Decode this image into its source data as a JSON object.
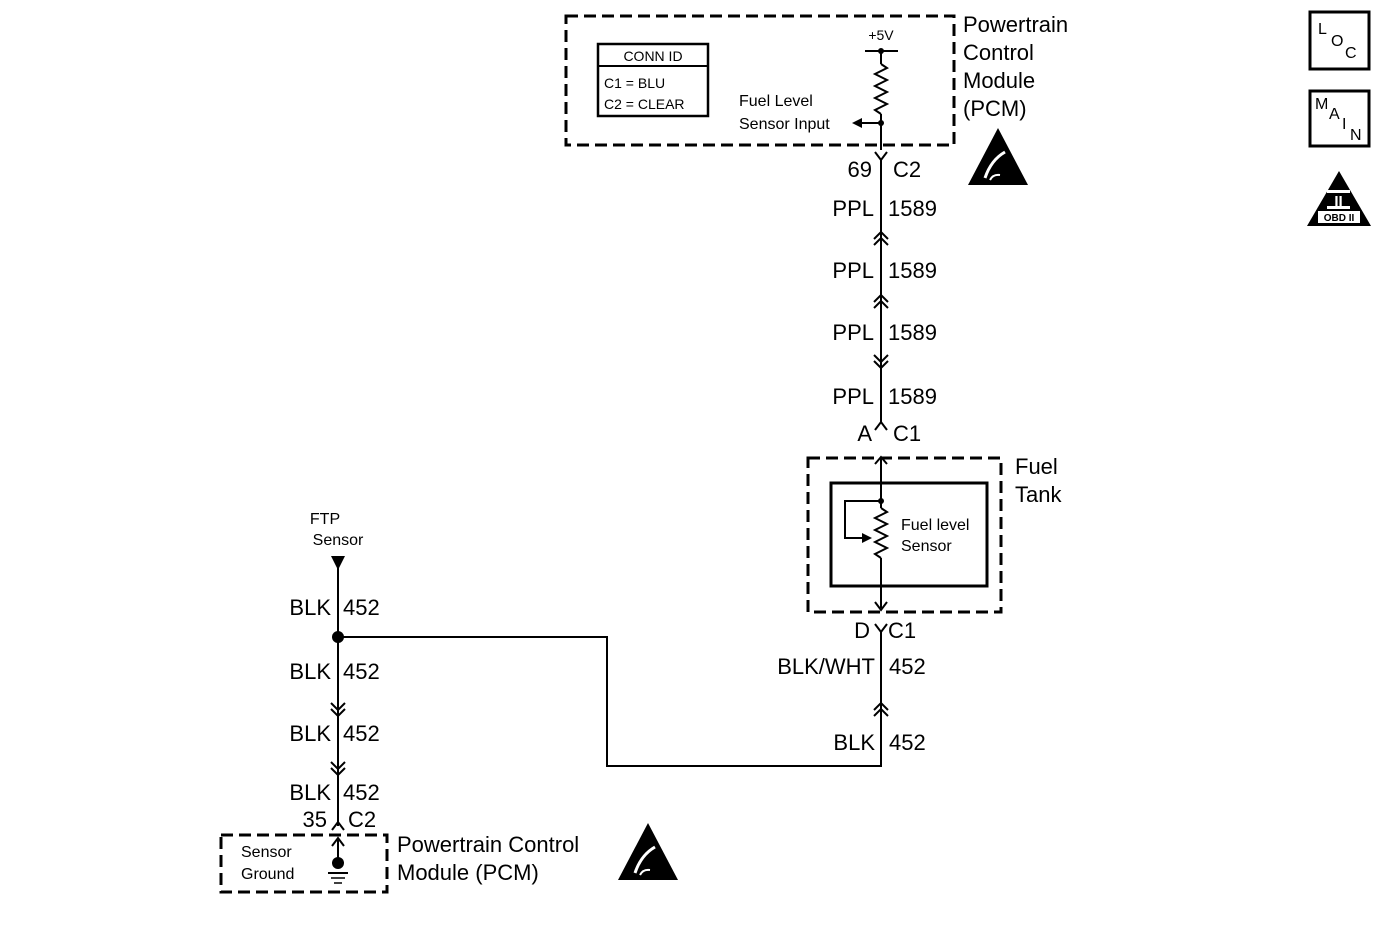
{
  "pcm_top": {
    "title_lines": [
      "Powertrain",
      "Control",
      "Module",
      "(PCM)"
    ],
    "conn_id_header": "CONN ID",
    "conn_id_lines": [
      "C1 = BLU",
      "C2 = CLEAR"
    ],
    "supply": "+5V",
    "input_label_lines": [
      "Fuel Level",
      "Sensor Input"
    ],
    "pin": "69",
    "connector": "C2"
  },
  "upper_circuit": {
    "segments": [
      {
        "color": "PPL",
        "circuit": "1589"
      },
      {
        "color": "PPL",
        "circuit": "1589"
      },
      {
        "color": "PPL",
        "circuit": "1589"
      },
      {
        "color": "PPL",
        "circuit": "1589"
      }
    ]
  },
  "fuel_tank": {
    "title_lines": [
      "Fuel",
      "Tank"
    ],
    "top_pin": "A",
    "top_connector": "C1",
    "sensor_lines": [
      "Fuel level",
      "Sensor"
    ],
    "bottom_pin": "D",
    "bottom_connector": "C1"
  },
  "tank_ground": {
    "segments": [
      {
        "color": "BLK/WHT",
        "circuit": "452"
      },
      {
        "color": "BLK",
        "circuit": "452"
      }
    ]
  },
  "ftp": {
    "label_lines": [
      "FTP",
      "Sensor"
    ],
    "segments": [
      {
        "color": "BLK",
        "circuit": "452"
      },
      {
        "color": "BLK",
        "circuit": "452"
      },
      {
        "color": "BLK",
        "circuit": "452"
      },
      {
        "color": "BLK",
        "circuit": "452"
      }
    ]
  },
  "pcm_bottom": {
    "pin": "35",
    "connector": "C2",
    "ground_lines": [
      "Sensor",
      "Ground"
    ],
    "title_lines": [
      "Powertrain Control",
      "Module (PCM)"
    ]
  },
  "side_icons": {
    "loc": [
      "L",
      "O",
      "C"
    ],
    "main": [
      "M",
      "A",
      "I",
      "N"
    ],
    "obd_numeral": "II",
    "obd_label": "OBD II"
  }
}
